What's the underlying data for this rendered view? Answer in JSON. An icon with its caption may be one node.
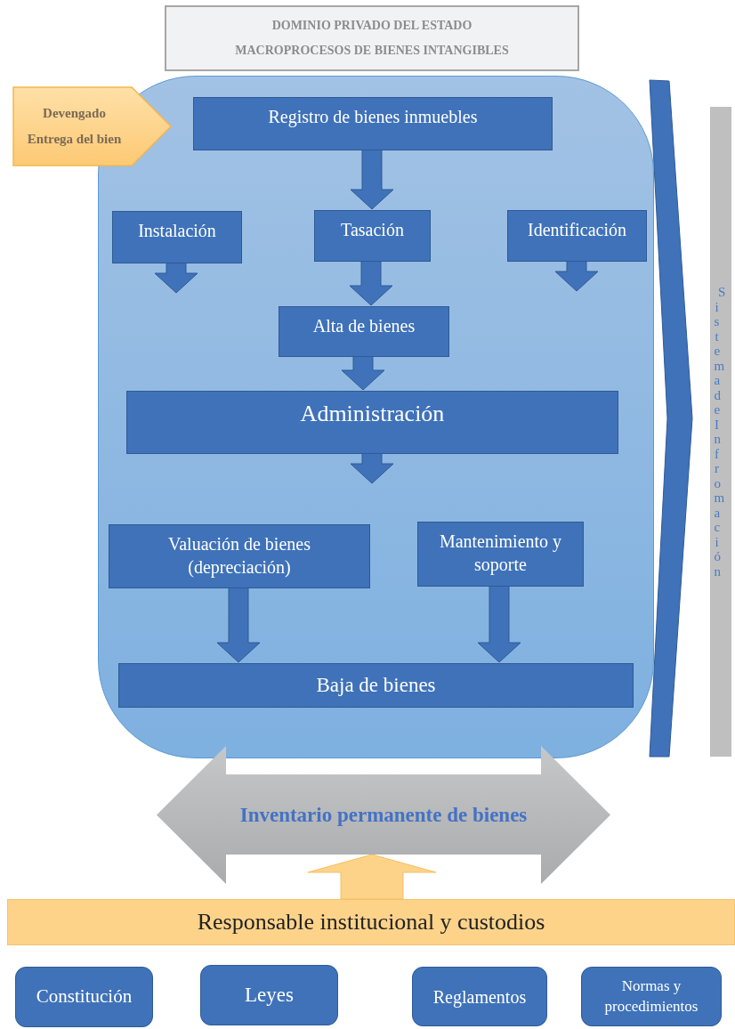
{
  "diagram": {
    "nodes": [
      {
        "text": [
          "DOMINIO PRIVADO DEL ESTADO",
          "MACROPROCESOS DE BIENES INTANGIBLES"
        ]
      },
      {
        "text": [],
        "shape": "box"
      },
      {
        "text": [
          "Devengado",
          "Entrega del bien"
        ]
      },
      {
        "text": [
          "Registro de bienes inmuebles"
        ],
        "in": 1
      },
      {
        "text": [
          "Instalación"
        ],
        "in": 1
      },
      {
        "text": [
          "Tasación"
        ],
        "in": 1
      },
      {
        "text": [
          "Identificación"
        ],
        "in": 1
      },
      {
        "text": [
          "Alta de bienes"
        ],
        "in": 1
      },
      {
        "text": [
          "Administración"
        ],
        "in": 1
      },
      {
        "text": [
          "Valuación de bienes (depreciación)"
        ],
        "in": 1
      },
      {
        "text": [
          "Mantenimiento y soporte"
        ],
        "in": 1
      },
      {
        "text": [
          "Baja de bienes"
        ],
        "in": 1
      },
      {
        "text": [
          "Sistema de Infromación"
        ]
      },
      {
        "text": [
          "Inventario permanente de bienes"
        ]
      },
      {
        "text": [
          "Responsable institucional y custodios"
        ]
      },
      {
        "text": [
          "Constitución"
        ]
      },
      {
        "text": [
          "Leyes"
        ]
      },
      {
        "text": [
          "Reglamentos"
        ]
      },
      {
        "text": [
          "Normas y procedimientos"
        ]
      },
      {
        "text": [],
        "shape": "chevron"
      }
    ],
    "edges": [
      {
        "from": 3,
        "to": 5,
        "arrow": "to"
      },
      {
        "from": 4,
        "to": null,
        "arrow": "to"
      },
      {
        "from": 5,
        "to": 7,
        "arrow": "to"
      },
      {
        "from": 6,
        "to": null,
        "arrow": "to"
      },
      {
        "from": 7,
        "to": 8,
        "arrow": "to"
      },
      {
        "from": 8,
        "to": null,
        "arrow": "to"
      },
      {
        "from": 9,
        "to": 11,
        "arrow": "to"
      },
      {
        "from": 10,
        "to": 11,
        "arrow": "to"
      },
      {
        "from": 14,
        "to": 13,
        "arrow": "to",
        "color": "#fdd38a"
      }
    ]
  }
}
